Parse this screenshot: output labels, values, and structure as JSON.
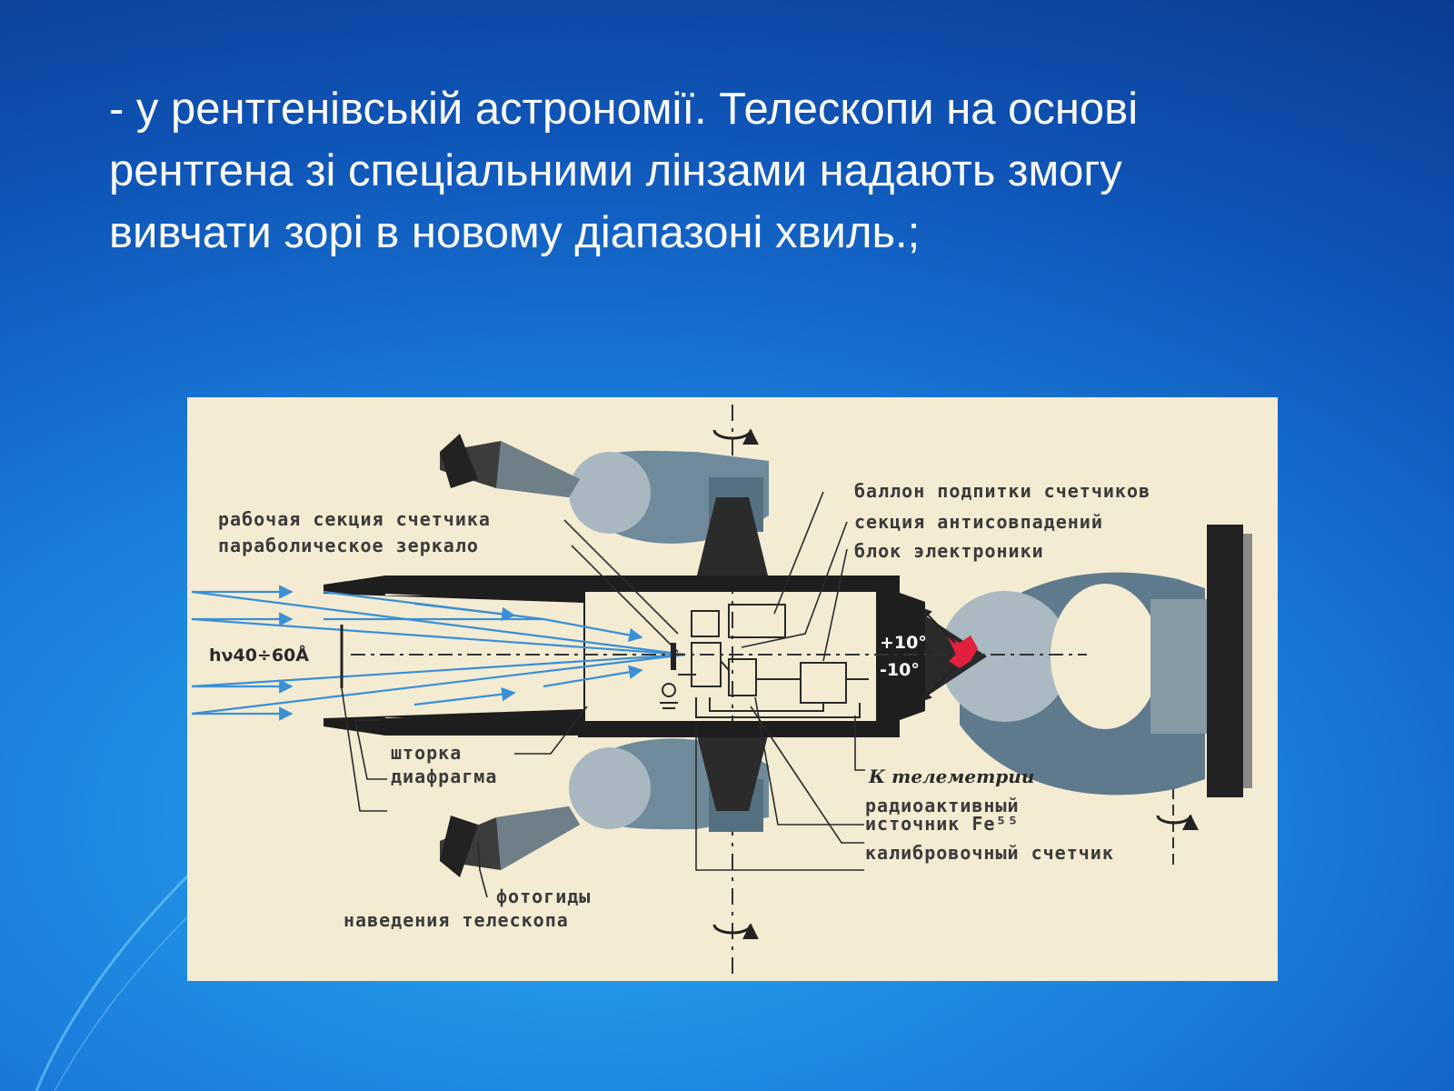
{
  "slide": {
    "lines": [
      "- у рентгенівській астрономії. Телескопи на основі",
      "рентгена зі спеціальними лінзами надають змогу",
      "вивчати зорі в новому діапазоні хвиль.;"
    ]
  },
  "diagram": {
    "labels": {
      "working_section": "рабочая секция счетчика",
      "parabolic_mirror": "параболическое зеркало",
      "gas_balloon": "баллон подпитки счетчиков",
      "anticoincidence": "секция антисовпадений",
      "electronics": "блок электроники",
      "wavelength": "hν40÷60Å",
      "plus_angle": "+10°",
      "minus_angle": "-10°",
      "shutter": "шторка",
      "diaphragm": "диафрагма",
      "telemetry": "К телеметрии",
      "radioactive_1": "радиоактивный",
      "radioactive_2": "источник Fe⁵⁵",
      "calibration": "калибровочный счетчик",
      "photoguides_1": "фотогиды",
      "photoguides_2": "наведения телескопа"
    },
    "colors": {
      "paper": "#f3ebd2",
      "steel": "#5f7f92",
      "dark": "#1c1c1c",
      "ray": "#3a8fd6",
      "source": "#e0203c"
    }
  }
}
